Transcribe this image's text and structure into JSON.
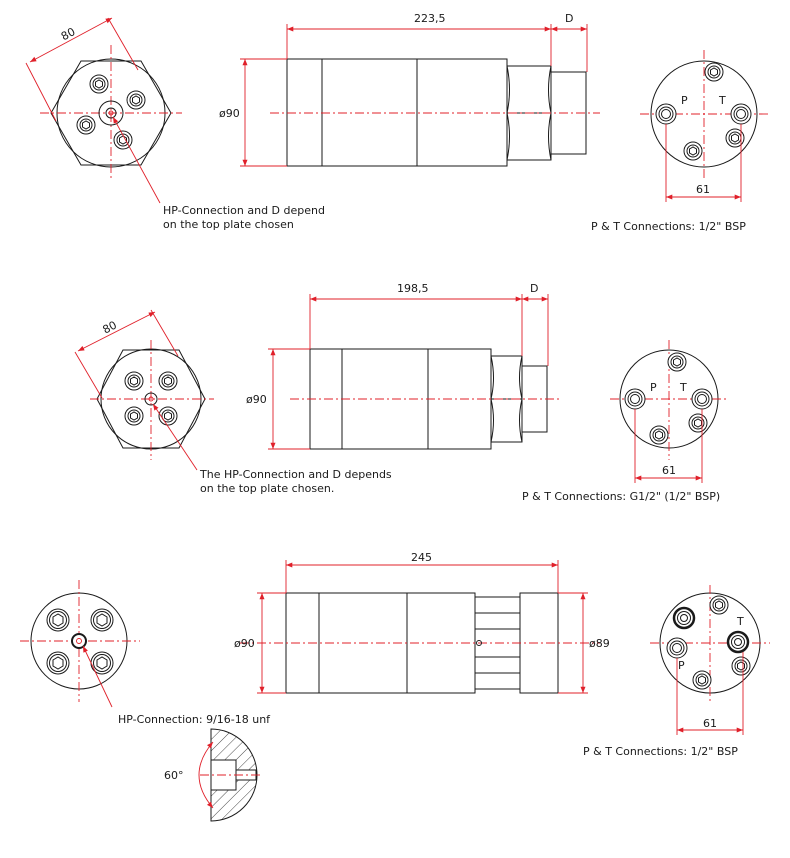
{
  "colors": {
    "line": "#1a1a1a",
    "dimension": "#e0202a",
    "background": "#ffffff"
  },
  "row1": {
    "hex_dim": "80",
    "length_dim": "223,5",
    "d_label": "D",
    "dia_dim": "ø90",
    "bolt_dim": "61",
    "p_label": "P",
    "t_label": "T",
    "note_line1": "HP-Connection and D depend",
    "note_line2": "on the top plate chosen",
    "pt_note": "P & T Connections: 1/2\" BSP"
  },
  "row2": {
    "hex_dim": "80",
    "length_dim": "198,5",
    "d_label": "D",
    "dia_dim": "ø90",
    "bolt_dim": "61",
    "p_label": "P",
    "t_label": "T",
    "note_line1": "The HP-Connection and D depends",
    "note_line2": "on the top plate chosen.",
    "pt_note": "P & T Connections: G1/2\" (1/2\" BSP)"
  },
  "row3": {
    "length_dim": "245",
    "dia_dim": "ø90",
    "dia_dim2": "ø89",
    "bolt_dim": "61",
    "p_label": "P",
    "t_label": "T",
    "note_line1": "HP-Connection: 9/16-18 unf",
    "angle_dim": "60°",
    "pt_note": "P & T Connections: 1/2\" BSP"
  }
}
